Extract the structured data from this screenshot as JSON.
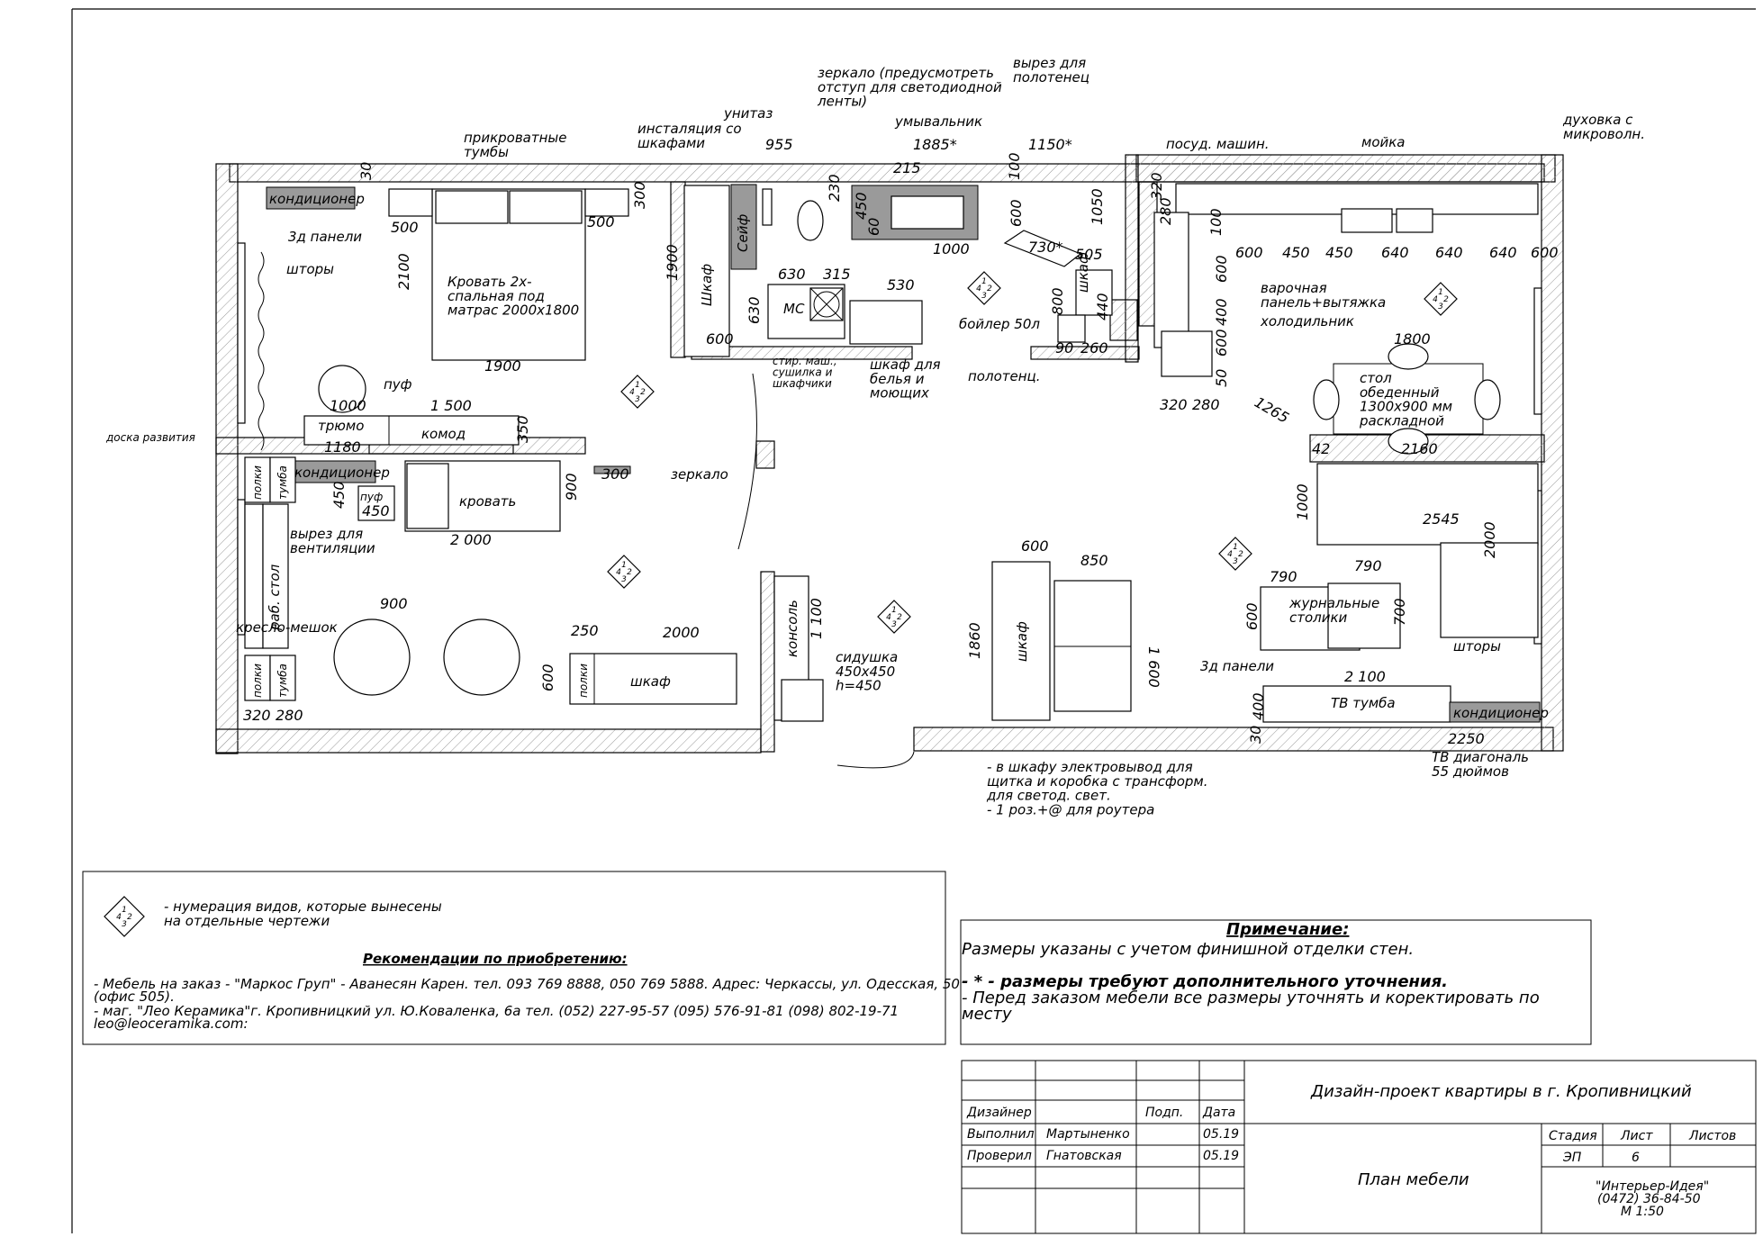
{
  "plan": {
    "rooms": {
      "bedroom": {
        "labels": {
          "bedside": "прикроватные\nтумбы",
          "ac": "кондиционер",
          "panels3d": "3д панели",
          "curtains": "шторы",
          "bed": "Кровать 2х-\nспальная под\nматрас 2000х1800",
          "ottoman": "пуф",
          "mirror_table": "трюмо",
          "dresser": "комод",
          "wardrobe": "Шкаф",
          "safe": "Сейф"
        },
        "dims": [
          "30",
          "500",
          "500",
          "300",
          "2100",
          "1900",
          "1900",
          "1000",
          "1 500",
          "350",
          "1180",
          "600"
        ]
      },
      "kids": {
        "labels": {
          "board": "доска развития",
          "ac": "кондиционер",
          "shelves": "полки",
          "nightstand": "тумба",
          "ottoman": "пуф",
          "bed": "кровать",
          "vent": "вырез для\nвентиляции",
          "desk": "раб. стол",
          "beanbag": "кресло-мешок",
          "mirror": "зеркало",
          "shelves2": "полки",
          "wardrobe": "шкаф"
        },
        "dims": [
          "450",
          "450",
          "900",
          "2 000",
          "300",
          "900",
          "250",
          "2000",
          "600",
          "320",
          "280"
        ]
      },
      "bathroom": {
        "labels": {
          "toilet": "унитаз",
          "install": "инсталяция со\nшкафами",
          "mirror": "зеркало (предусмотреть\nотступ для светодиодной\nленты)",
          "towel_cut": "вырез для\nполотенец",
          "sink": "умывальник",
          "washer": "стир. маш.,\nсушилка и\nшкафчики",
          "linen": "шкаф для\nбелья и\nмоющих",
          "boiler": "бойлер 50л",
          "towels": "полотенц.",
          "cabinet": "шкаф",
          "mc": "МС"
        },
        "dims": [
          "955",
          "1885*",
          "1150*",
          "215",
          "230",
          "100",
          "450",
          "60",
          "600",
          "1050",
          "1000",
          "730*",
          "505",
          "630",
          "315",
          "530",
          "630",
          "800",
          "440",
          "90",
          "260"
        ]
      },
      "kitchen": {
        "labels": {
          "dishwasher": "посуд. машин.",
          "sink": "мойка",
          "oven": "духовка с\nмикроволн.",
          "hob": "варочная\nпанель+вытяжка",
          "fridge": "холодильник",
          "table": "стол\nобеденный\n1300х900 мм\nраскладной"
        },
        "dims": [
          "320",
          "280",
          "100",
          "600",
          "450",
          "450",
          "640",
          "640",
          "640",
          "600",
          "600",
          "400",
          "600",
          "50",
          "320",
          "280",
          "1800",
          "1265"
        ]
      },
      "living": {
        "labels": {
          "coffee": "журнальные\nстолики",
          "curtains": "шторы",
          "panels3d": "3д панели",
          "tv_stand": "ТВ тумба",
          "ac": "кондиционер",
          "tv": "ТВ диагональ\n55 дюймов"
        },
        "dims": [
          "42",
          "2160",
          "1000",
          "2545",
          "2000",
          "790",
          "790",
          "600",
          "700",
          "2 100",
          "400",
          "30",
          "2250"
        ]
      },
      "hall": {
        "labels": {
          "console": "консоль",
          "seat": "сидушка\n450х450\nh=450",
          "wardrobe": "шкаф",
          "wiring": "- в шкафу электровывод для\nщитка и коробка с трансформ.\nдля светод. свет.\n- 1 роз.+@ для роутера"
        },
        "dims": [
          "1 100",
          "600",
          "850",
          "1860",
          "1 600"
        ]
      }
    }
  },
  "legend": {
    "marker_text": "- нумерация видов, которые вынесены\nна отдельные чертежи",
    "rec_title": "Рекомендации по приобретению:",
    "rec_lines": [
      "- Мебель на заказ - \"Маркос Груп\" - Аванесян Карен. тел. 093 769 8888, 050 769 5888. Адрес: Черкассы, ул. Одесская, 50",
      "(офис 505).",
      "- маг. \"Лео Керамика\"г. Кропивницкий ул. Ю.Коваленка, 6а тел. (052) 227-95-57  (095) 576-91-81  (098) 802-19-71",
      "leo@leoceramika.com:"
    ]
  },
  "note": {
    "title": "Примечание:",
    "line1": "Размеры указаны с учетом финишной отделки стен.",
    "line2": "- * - размеры требуют дополнительного уточнения.",
    "line3": "- Перед заказом мебели все размеры уточнять и коректировать по",
    "line4": "месту"
  },
  "title_block": {
    "project": "Дизайн-проект квартиры в г. Кропивницкий",
    "sheet_name": "План мебели",
    "col_sign": "Подп.",
    "col_date": "Дата",
    "role_designer": "Дизайнер",
    "role_done": "Выполнил",
    "role_checked": "Проверил",
    "name_done": "Мартыненко",
    "name_checked": "Гнатовская",
    "date_done": "05.19",
    "date_checked": "05.19",
    "h_stage": "Стадия",
    "h_sheet": "Лист",
    "h_sheets": "Листов",
    "stage": "ЭП",
    "sheet": "6",
    "firm": "\"Интерьер-Идея\"",
    "phone": "(0472) 36-84-50",
    "scale": "М 1:50"
  },
  "marker_digits": [
    "1",
    "2",
    "3",
    "4"
  ]
}
